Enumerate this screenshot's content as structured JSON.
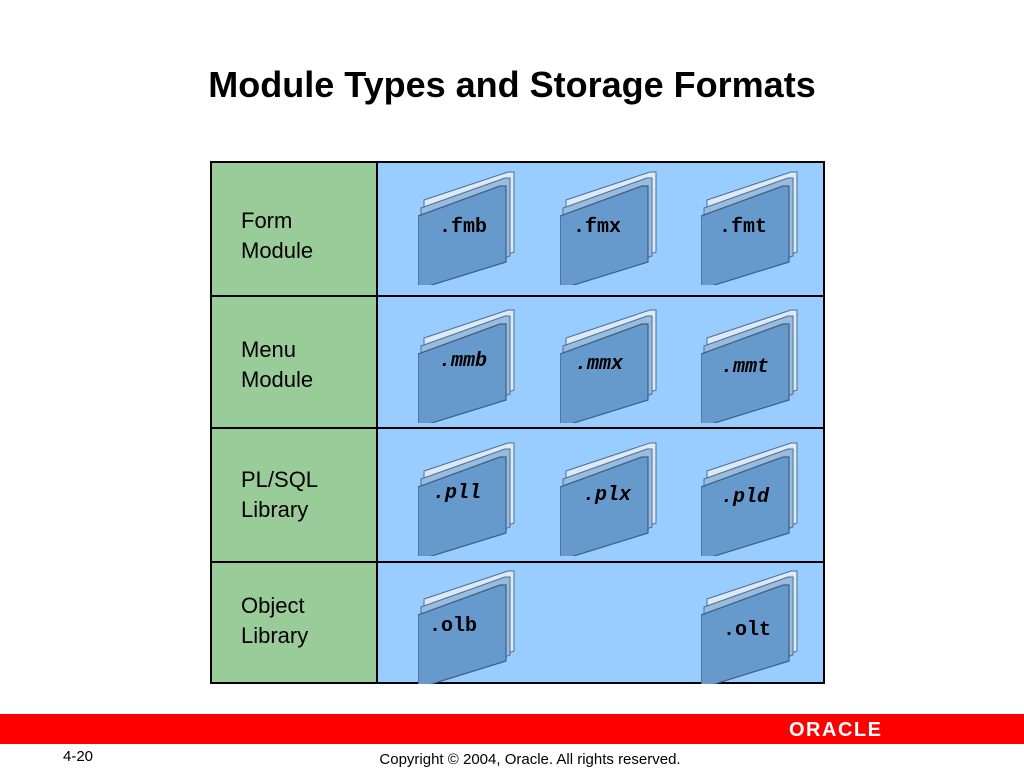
{
  "slide": {
    "title": "Module Types and Storage Formats",
    "page_number": "4-20",
    "copyright": "Copyright © 2004, Oracle.  All rights reserved.",
    "logo_text": "ORACLE"
  },
  "rows": [
    {
      "line1": "Form",
      "line2": "Module",
      "files": [
        ".fmb",
        ".fmx",
        ".fmt"
      ]
    },
    {
      "line1": "Menu",
      "line2": "Module",
      "files": [
        ".mmb",
        ".mmx",
        ".mmt"
      ]
    },
    {
      "line1": "PL/SQL",
      "line2": "Library",
      "files": [
        ".pll",
        ".plx",
        ".pld"
      ]
    },
    {
      "line1": "Object",
      "line2": "Library",
      "files": [
        ".olb",
        ".olt"
      ]
    }
  ],
  "colors": {
    "label_cell": "#99cc99",
    "files_cell": "#99ccff",
    "folder_front": "#6699cc",
    "folder_back": "#99bbdd",
    "footer_bar": "#ff0000"
  }
}
